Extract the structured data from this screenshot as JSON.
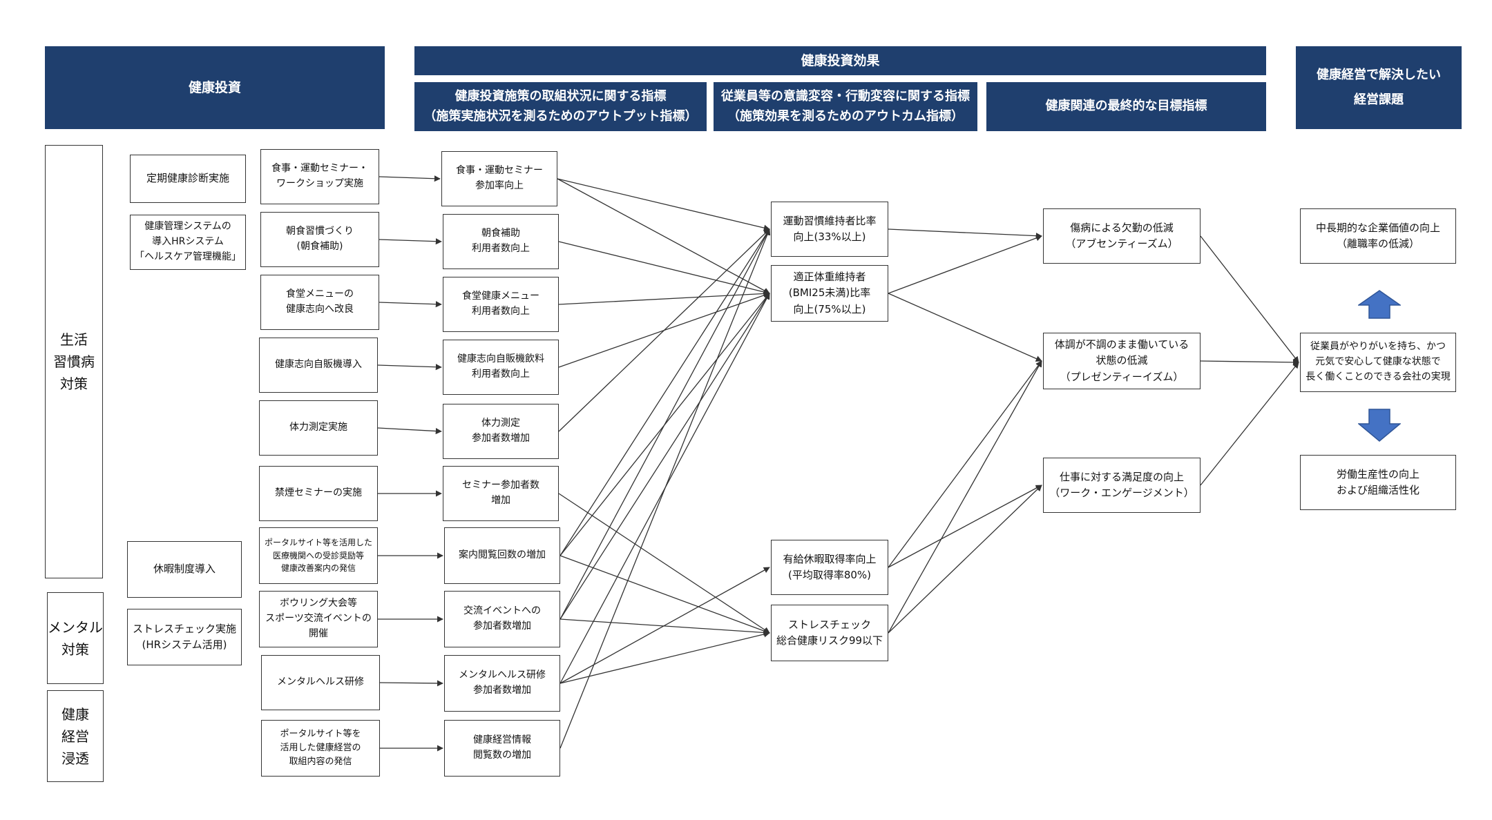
{
  "headers": {
    "investment": "健康投資",
    "effect": "健康投資効果",
    "effect_output": "健康投資施策の取組状況に関する指標\n（施策実施状況を測るためのアウトプット指標）",
    "effect_outcome": "従業員等の意識変容・行動変容に関する指標\n（施策効果を測るためのアウトカム指標）",
    "effect_final": "健康関連の最終的な目標指標",
    "issues": "健康経営で解決したい\n経営課題"
  },
  "categories": {
    "lifestyle": "生活\n習慣病\n対策",
    "mental": "メンタル\n対策",
    "penetration": "健康\n経営\n浸透"
  },
  "systems": {
    "checkup": "定期健康診断実施",
    "hr_system": "健康管理システムの\n導入HRシステム\n「ヘルスケア管理機能」",
    "leave": "休暇制度導入",
    "stress_check": "ストレスチェック実施\n(HRシステム活用)"
  },
  "measures": [
    "食事・運動セミナー・\nワークショップ実施",
    "朝食習慣づくり\n(朝食補助)",
    "食堂メニューの\n健康志向へ改良",
    "健康志向自販機導入",
    "体力測定実施",
    "禁煙セミナーの実施",
    "ポータルサイト等を活用した\n医療機関への受診奨励等\n健康改善案内の発信",
    "ボウリング大会等\nスポーツ交流イベントの\n開催",
    "メンタルヘルス研修",
    "ポータルサイト等を\n活用した健康経営の\n取組内容の発信"
  ],
  "outputs": [
    "食事・運動セミナー\n参加率向上",
    "朝食補助\n利用者数向上",
    "食堂健康メニュー\n利用者数向上",
    "健康志向自販機飲料\n利用者数向上",
    "体力測定\n参加者数増加",
    "セミナー参加者数\n増加",
    "案内閲覧回数の増加",
    "交流イベントへの\n参加者数増加",
    "メンタルヘルス研修\n参加者数増加",
    "健康経営情報\n閲覧数の増加"
  ],
  "outcomes": [
    "運動習慣維持者比率\n向上(33%以上)",
    "適正体重維持者\n(BMI25未満)比率\n向上(75%以上)",
    "有給休暇取得率向上\n(平均取得率80%)",
    "ストレスチェック\n総合健康リスク99以下"
  ],
  "finals": [
    "傷病による欠勤の低減\n（アブセンティーズム）",
    "体調が不調のまま働いている\n状態の低減\n（プレゼンティーイズム）",
    "仕事に対する満足度の向上\n（ワーク・エンゲージメント）"
  ],
  "issues": {
    "top": "中長期的な企業価値の向上\n（離職率の低減）",
    "center": "従業員がやりがいを持ち、かつ\n元気で安心して健康な状態で\n長く働くことのできる会社の実現",
    "bottom": "労働生産性の向上\nおよび組織活性化"
  },
  "colors": {
    "header_bg": "#1f3f6e",
    "arrow_fill": "#4472c4",
    "line": "#333333"
  },
  "links": {
    "measure_to_output": [
      [
        0,
        0
      ],
      [
        1,
        1
      ],
      [
        2,
        2
      ],
      [
        3,
        3
      ],
      [
        4,
        4
      ],
      [
        5,
        5
      ],
      [
        6,
        6
      ],
      [
        7,
        7
      ],
      [
        8,
        8
      ],
      [
        9,
        9
      ]
    ],
    "output_to_outcome": [
      [
        0,
        0
      ],
      [
        0,
        1
      ],
      [
        1,
        1
      ],
      [
        2,
        1
      ],
      [
        3,
        1
      ],
      [
        4,
        0
      ],
      [
        6,
        0
      ],
      [
        6,
        1
      ],
      [
        7,
        0
      ],
      [
        7,
        1
      ],
      [
        8,
        1
      ],
      [
        9,
        0
      ],
      [
        5,
        3
      ],
      [
        6,
        3
      ],
      [
        7,
        3
      ],
      [
        8,
        2
      ],
      [
        8,
        3
      ]
    ],
    "outcome_to_final": [
      [
        0,
        0
      ],
      [
        1,
        0
      ],
      [
        1,
        1
      ],
      [
        2,
        1
      ],
      [
        2,
        2
      ],
      [
        3,
        1
      ],
      [
        3,
        2
      ]
    ],
    "final_to_issue": [
      [
        0,
        0
      ],
      [
        1,
        0
      ],
      [
        2,
        0
      ]
    ]
  }
}
